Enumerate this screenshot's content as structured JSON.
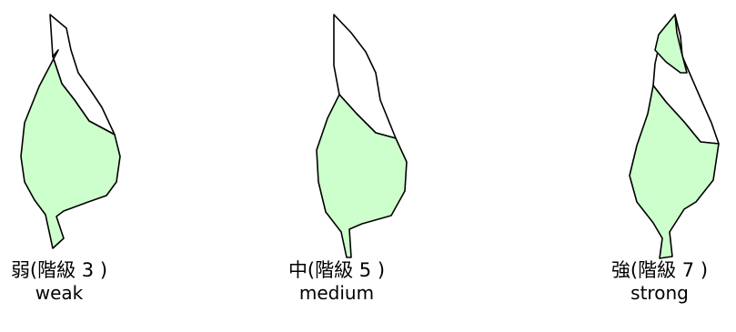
{
  "figures": [
    {
      "level_label": "弱(階級 3 )",
      "english": "weak"
    },
    {
      "level_label": "中(階級 5 )",
      "english": "medium"
    },
    {
      "level_label": "強(階級 7 )",
      "english": "strong"
    }
  ],
  "colors": {
    "fill": "#ccffcc",
    "outline": "#000000",
    "background": "#ffffff"
  }
}
